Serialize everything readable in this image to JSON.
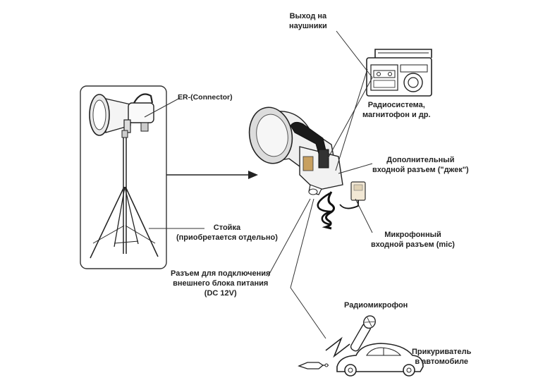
{
  "labels": {
    "connector": "ER-(Connector)",
    "headphones": [
      "Выход на",
      "наушники"
    ],
    "radio_system": [
      "Радиосистема,",
      "магнитофон и др."
    ],
    "aux_jack": [
      "Дополнительный",
      "входной разъем (\"джек\")"
    ],
    "stand": [
      "Стойка",
      "(приобретается отдельно)"
    ],
    "mic_jack": [
      "Микрофонный",
      "входной разъем (mic)"
    ],
    "power_jack": [
      "Разъем для подключения",
      "внешнего блока питания",
      "(DC  12V)"
    ],
    "radio_mic": "Радиомикрофон",
    "car_lighter": [
      "Прикуриватель",
      "в автомобиле"
    ]
  },
  "icons": [
    "megaphone-on-stand",
    "megaphone",
    "radio-cassette",
    "wired-microphone",
    "wireless-microphone",
    "car",
    "lighter-plug"
  ]
}
